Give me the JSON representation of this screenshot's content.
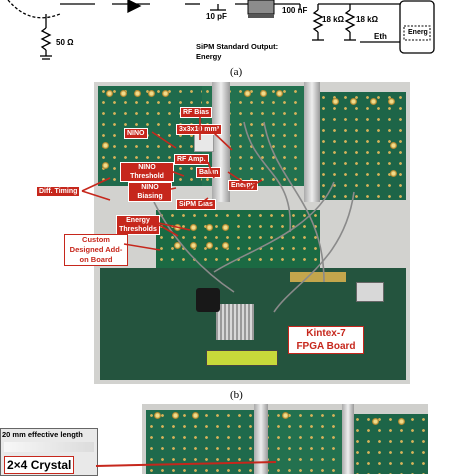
{
  "figure": {
    "caption_a": "(a)",
    "caption_b": "(b)"
  },
  "schematic": {
    "resistor_left": "50 Ω",
    "cap_10pf": "10 pF",
    "cap_100nf": "100 nF",
    "res_18k_1": "18 kΩ",
    "res_18k_2": "18 kΩ",
    "sipm_output": "SiPM Standard Output:",
    "sipm_output_line2": "Energy",
    "eth": "Eth",
    "energ_box": "Energ"
  },
  "photo_b": {
    "labels": {
      "rf_bias": "RF Bias",
      "crystal": "3x3x10 mm³",
      "nino": "NINO",
      "nino_threshold": "NINO Threshold",
      "rf_amp": "RF Amp.",
      "balun": "Balun",
      "diff_timing": "Diff. Timing",
      "nino_biasing": "NINO Biasing",
      "energy": "Energy",
      "sipm_bias": "SiPM Bias",
      "energy_thresholds": "Energy Thresholds",
      "custom_board": "Custom Designed Add-on Board",
      "kintex": "Kintex-7 FPGA Board"
    }
  },
  "photo_c": {
    "effective_length": "20 mm effective length",
    "crystal": "2×4 Crystal"
  },
  "colors": {
    "label_red": "#c6271c",
    "pcb_green": "#1f6a4c"
  }
}
